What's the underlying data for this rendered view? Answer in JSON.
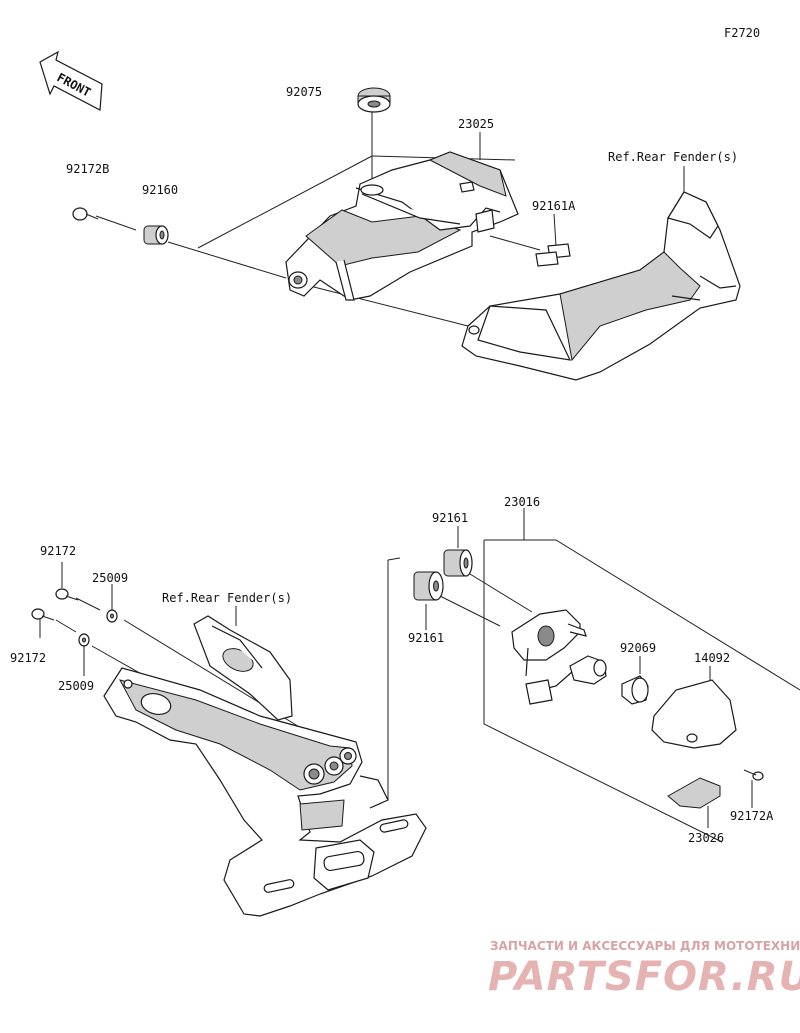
{
  "diagram": {
    "code": "F2720",
    "front_label": "FRONT",
    "labels": {
      "p92075": "92075",
      "p23025": "23025",
      "p92172B": "92172B",
      "p92160": "92160",
      "ref_top": "Ref.Rear Fender(s)",
      "p92161A": "92161A",
      "p23016": "23016",
      "p92161_top": "92161",
      "p92161_bot": "92161",
      "p92172_top": "92172",
      "p25009_top": "25009",
      "p92172_bot": "92172",
      "p25009_bot": "25009",
      "ref_bottom": "Ref.Rear Fender(s)",
      "p92069": "92069",
      "p14092": "14092",
      "p92172A": "92172A",
      "p23026": "23026"
    }
  },
  "watermark": {
    "line1": "ЗАПЧАСТИ И АКСЕССУАРЫ ДЛЯ МОТОТЕХНИКИ",
    "line2": "PARTSFOR.RU"
  }
}
